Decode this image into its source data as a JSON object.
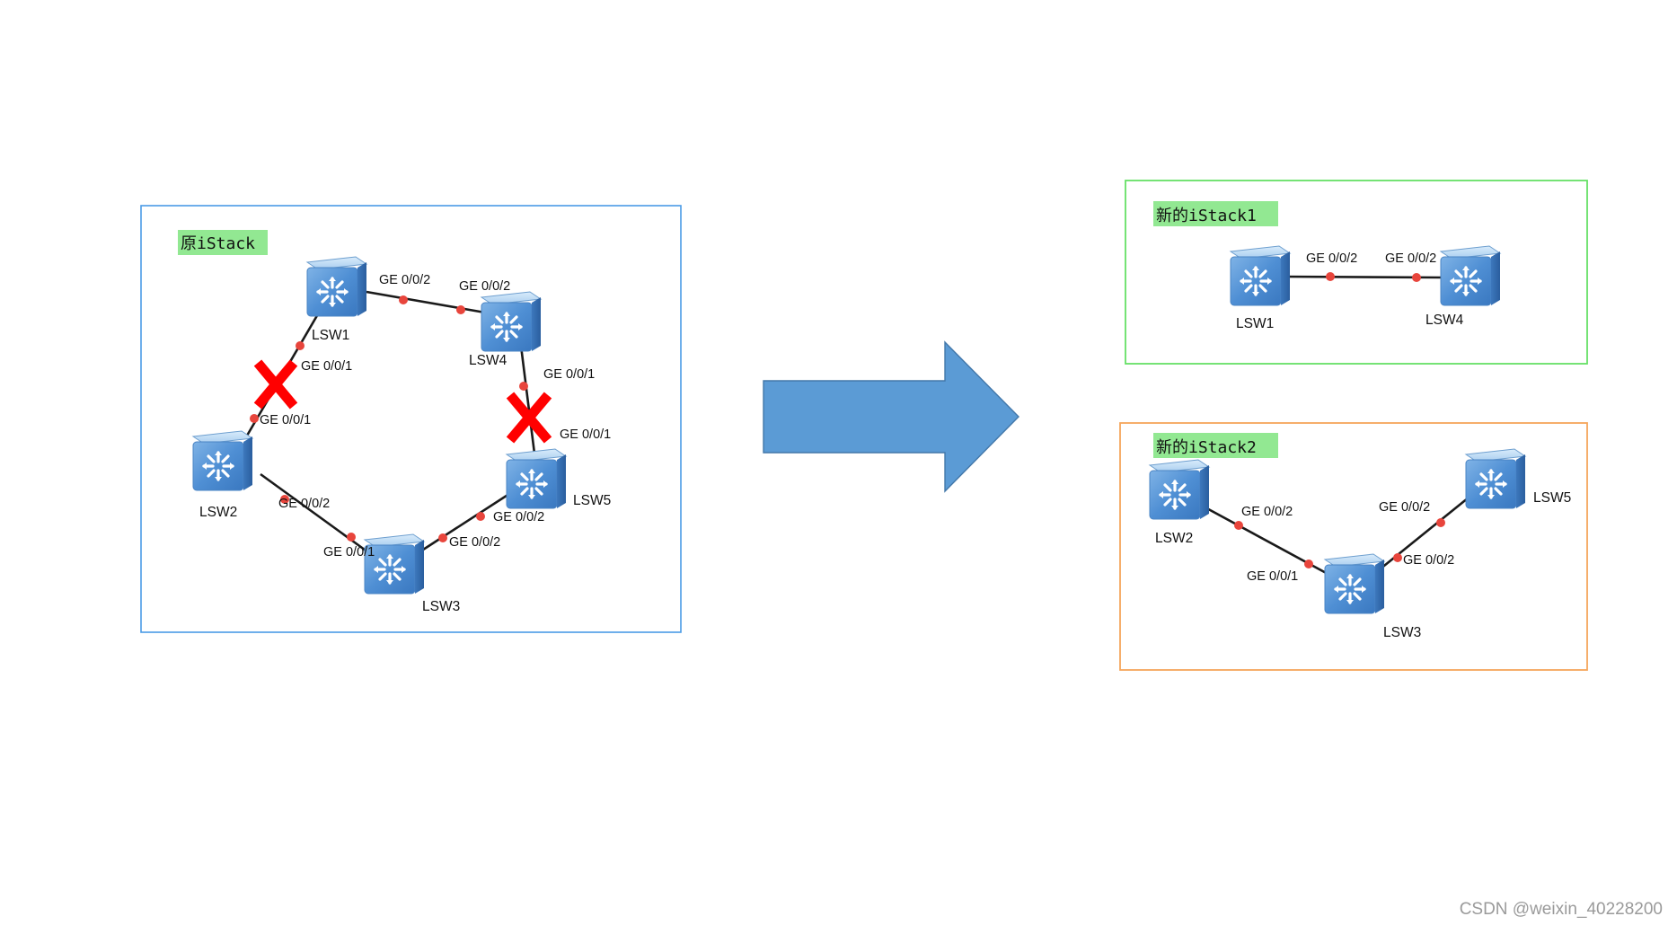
{
  "panels": {
    "original": {
      "tag": "原iStack",
      "border_color": "#4a9be6"
    },
    "new1": {
      "tag": "新的iStack1",
      "border_color": "#66e066"
    },
    "new2": {
      "tag": "新的iStack2",
      "border_color": "#f5a65b"
    }
  },
  "colors": {
    "tag_bg": "#92e892",
    "port_dot": "#e8453c",
    "cross": "#ff0000",
    "arrow": "#5b9bd5",
    "link": "#1a1a1a"
  },
  "original": {
    "switches": [
      "LSW1",
      "LSW4",
      "LSW2",
      "LSW5",
      "LSW3"
    ],
    "ports": {
      "lsw1_lsw4_a": "GE 0/0/2",
      "lsw1_lsw4_b": "GE 0/0/2",
      "lsw1_down": "GE 0/0/1",
      "lsw2_up": "GE 0/0/1",
      "lsw4_down": "GE 0/0/1",
      "lsw5_up": "GE 0/0/1",
      "lsw2_lsw3_a": "GE 0/0/2",
      "lsw2_lsw3_b": "GE 0/0/1",
      "lsw3_lsw5_a": "GE 0/0/2",
      "lsw3_lsw5_b": "GE 0/0/2"
    },
    "broken_links": [
      "LSW1-LSW2",
      "LSW4-LSW5"
    ]
  },
  "new1": {
    "switches": [
      "LSW1",
      "LSW4"
    ],
    "ports": {
      "a": "GE 0/0/2",
      "b": "GE 0/0/2"
    }
  },
  "new2": {
    "switches": [
      "LSW2",
      "LSW3",
      "LSW5"
    ],
    "ports": {
      "lsw2_lsw3_a": "GE 0/0/2",
      "lsw2_lsw3_b": "GE 0/0/1",
      "lsw3_lsw5_a": "GE 0/0/2",
      "lsw3_lsw5_b": "GE 0/0/2"
    }
  },
  "arrow_icon": "right-arrow-icon",
  "switch_icon": "switch-icon",
  "cross_icon": "cross-icon",
  "watermark": "CSDN @weixin_40228200"
}
